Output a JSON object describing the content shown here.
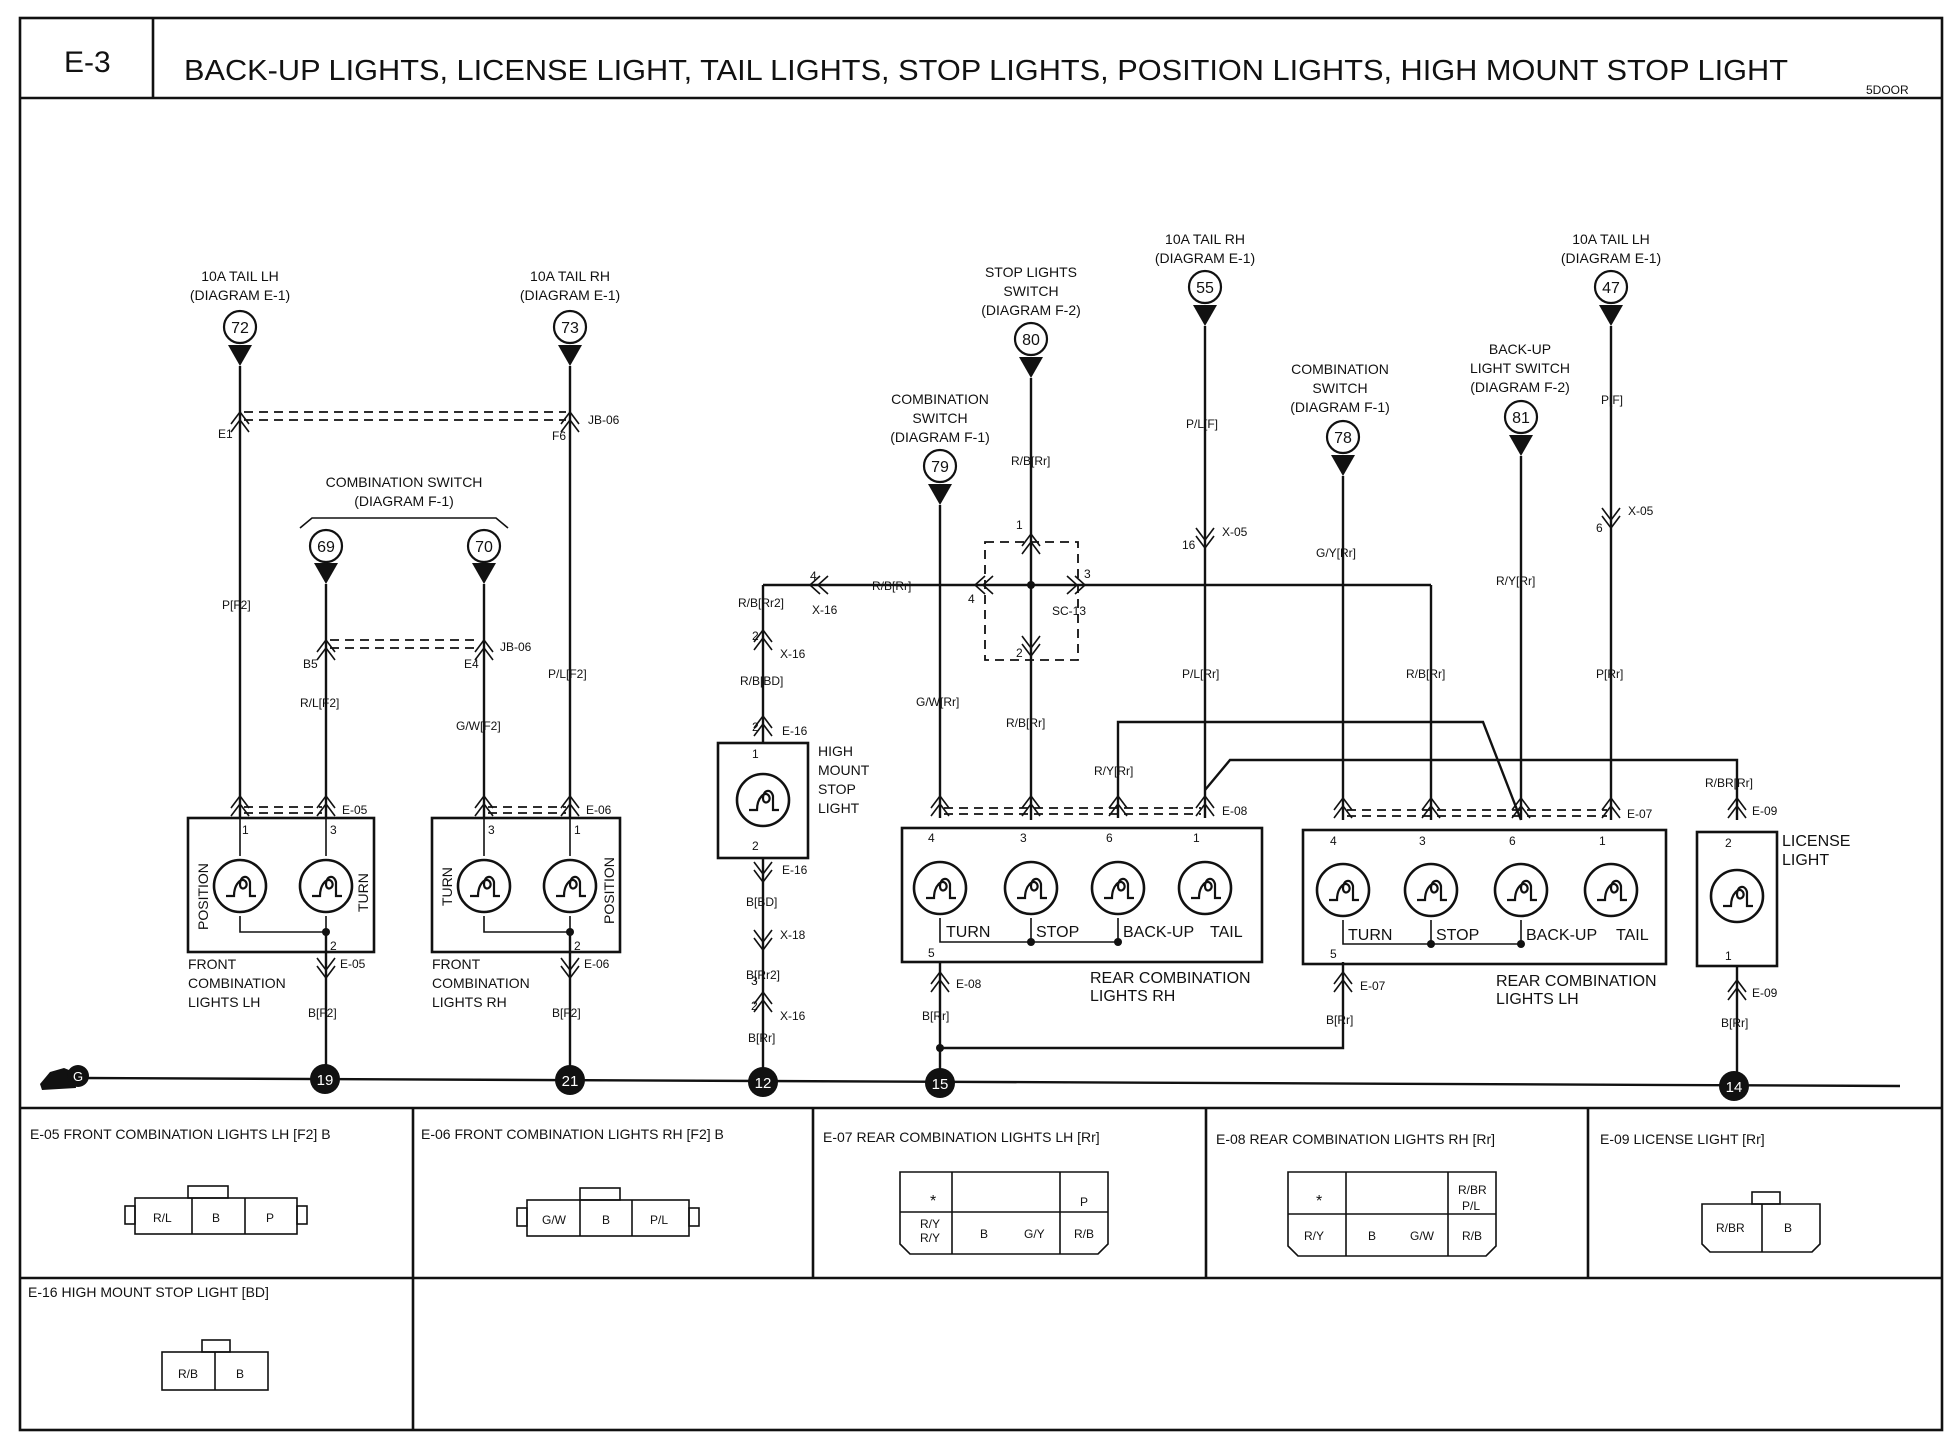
{
  "header": {
    "code": "E-3",
    "title": "BACK-UP LIGHTS, LICENSE LIGHT, TAIL LIGHTS, STOP LIGHTS, POSITION LIGHTS, HIGH MOUNT STOP LIGHT",
    "variant": "5DOOR"
  },
  "sources": [
    {
      "num": "72",
      "line1": "10A TAIL LH",
      "line2": "(DIAGRAM E-1)"
    },
    {
      "num": "73",
      "line1": "10A TAIL RH",
      "line2": "(DIAGRAM E-1)"
    },
    {
      "num": "69",
      "line1": "",
      "line2": ""
    },
    {
      "num": "70",
      "line1": "",
      "line2": ""
    },
    {
      "num": "79",
      "line1": "COMBINATION",
      "line2": "SWITCH",
      "line3": "(DIAGRAM F-1)"
    },
    {
      "num": "80",
      "line1": "STOP LIGHTS",
      "line2": "SWITCH",
      "line3": "(DIAGRAM F-2)"
    },
    {
      "num": "55",
      "line1": "10A TAIL RH",
      "line2": "(DIAGRAM E-1)"
    },
    {
      "num": "78",
      "line1": "COMBINATION",
      "line2": "SWITCH",
      "line3": "(DIAGRAM F-1)"
    },
    {
      "num": "81",
      "line1": "BACK-UP",
      "line2": "LIGHT SWITCH",
      "line3": "(DIAGRAM F-2)"
    },
    {
      "num": "47",
      "line1": "10A TAIL LH",
      "line2": "(DIAGRAM E-1)"
    }
  ],
  "combo_switch_label": {
    "line1": "COMBINATION SWITCH",
    "line2": "(DIAGRAM F-1)"
  },
  "wires": {
    "p_f2": "P[F2]",
    "pl_f2": "P/L[F2]",
    "rl_f2": "R/L[F2]",
    "gw_f2": "G/W[F2]",
    "b_f2a": "B[F2]",
    "b_f2b": "B[F2]",
    "rb_rr2": "R/B[Rr2]",
    "rb_bd": "R/B[BD]",
    "b_bd": "B[BD]",
    "b_rr2": "B[Rr2]",
    "b_rr_hm": "B[Rr]",
    "rb_rr_top": "R/B[Rr]",
    "rb_rr_junc": "R/B[Rr]",
    "gw_rr": "G/W[Rr]",
    "rb_rr_stop": "R/B[Rr]",
    "pl_f": "P/L[F]",
    "pl_rr": "P/L[Rr]",
    "ry_rr_mid": "R/Y[Rr]",
    "gy_rr": "G/Y[Rr]",
    "ry_rr_right": "R/Y[Rr]",
    "rb_rr_right": "R/B[Rr]",
    "p_f": "P[F]",
    "p_rr": "P[Rr]",
    "rbr_rr": "R/BR[Rr]",
    "b_rr_rh": "B[Rr]",
    "b_rr_lh": "B[Rr]",
    "b_rr_lic": "B[Rr]"
  },
  "connectors": {
    "jb06_left": "JB-06",
    "e1": "E1",
    "f6": "F6",
    "jb06_mid": "JB-06",
    "b5": "B5",
    "e4": "E4",
    "e05_top": "E-05",
    "e05_bot": "E-05",
    "e06_top": "E-06",
    "e06_bot": "E-06",
    "x16_a": "X-16",
    "x16_b": "X-16",
    "x16_c": "X-16",
    "e16_top": "E-16",
    "e16_bot": "E-16",
    "x18": "X-18",
    "sc13": "SC-13",
    "x05_a": "X-05",
    "x05_b": "X-05",
    "e08_top": "E-08",
    "e08_bot": "E-08",
    "e07_top": "E-07",
    "e07_bot": "E-07",
    "e09_top": "E-09",
    "e09_bot": "E-09"
  },
  "pins": {
    "p1": "1",
    "p2": "2",
    "p3": "3",
    "p4": "4",
    "p5": "5",
    "p6": "6",
    "p16": "16"
  },
  "components": {
    "front_lh": {
      "left": "POSITION",
      "right": "TURN",
      "name1": "FRONT",
      "name2": "COMBINATION",
      "name3": "LIGHTS LH"
    },
    "front_rh": {
      "left": "TURN",
      "right": "POSITION",
      "name1": "FRONT",
      "name2": "COMBINATION",
      "name3": "LIGHTS RH"
    },
    "high_mount": {
      "line1": "HIGH",
      "line2": "MOUNT",
      "line3": "STOP",
      "line4": "LIGHT"
    },
    "rear_rh": {
      "turn": "TURN",
      "stop": "STOP",
      "backup": "BACK-UP",
      "tail": "TAIL",
      "name1": "REAR COMBINATION",
      "name2": "LIGHTS  RH"
    },
    "rear_lh": {
      "turn": "TURN",
      "stop": "STOP",
      "backup": "BACK-UP",
      "tail": "TAIL",
      "name1": "REAR COMBINATION",
      "name2": "LIGHTS LH"
    },
    "license": {
      "line1": "LICENSE",
      "line2": "LIGHT"
    }
  },
  "grounds": {
    "g": "G",
    "g19": "19",
    "g21": "21",
    "g12": "12",
    "g15": "15",
    "g14": "14"
  },
  "legend": {
    "e05": {
      "title": "E-05 FRONT COMBINATION LIGHTS LH [F2] B",
      "pins": [
        "R/L",
        "B",
        "P"
      ]
    },
    "e06": {
      "title": "E-06 FRONT COMBINATION LIGHTS RH [F2] B",
      "pins": [
        "G/W",
        "B",
        "P/L"
      ]
    },
    "e07": {
      "title": "E-07 REAR COMBINATION LIGHTS LH [Rr]",
      "pins": [
        "*",
        "P",
        "R/Y",
        "R/Y",
        "B",
        "G/Y",
        "R/B"
      ]
    },
    "e08": {
      "title": "E-08 REAR COMBINATION LIGHTS RH [Rr]",
      "pins": [
        "*",
        "R/BR",
        "P/L",
        "R/Y",
        "B",
        "G/W",
        "R/B"
      ]
    },
    "e09": {
      "title": "E-09 LICENSE LIGHT [Rr]",
      "pins": [
        "R/BR",
        "B"
      ]
    },
    "e16": {
      "title": "E-16 HIGH MOUNT STOP LIGHT [BD]",
      "pins": [
        "R/B",
        "B"
      ]
    }
  }
}
